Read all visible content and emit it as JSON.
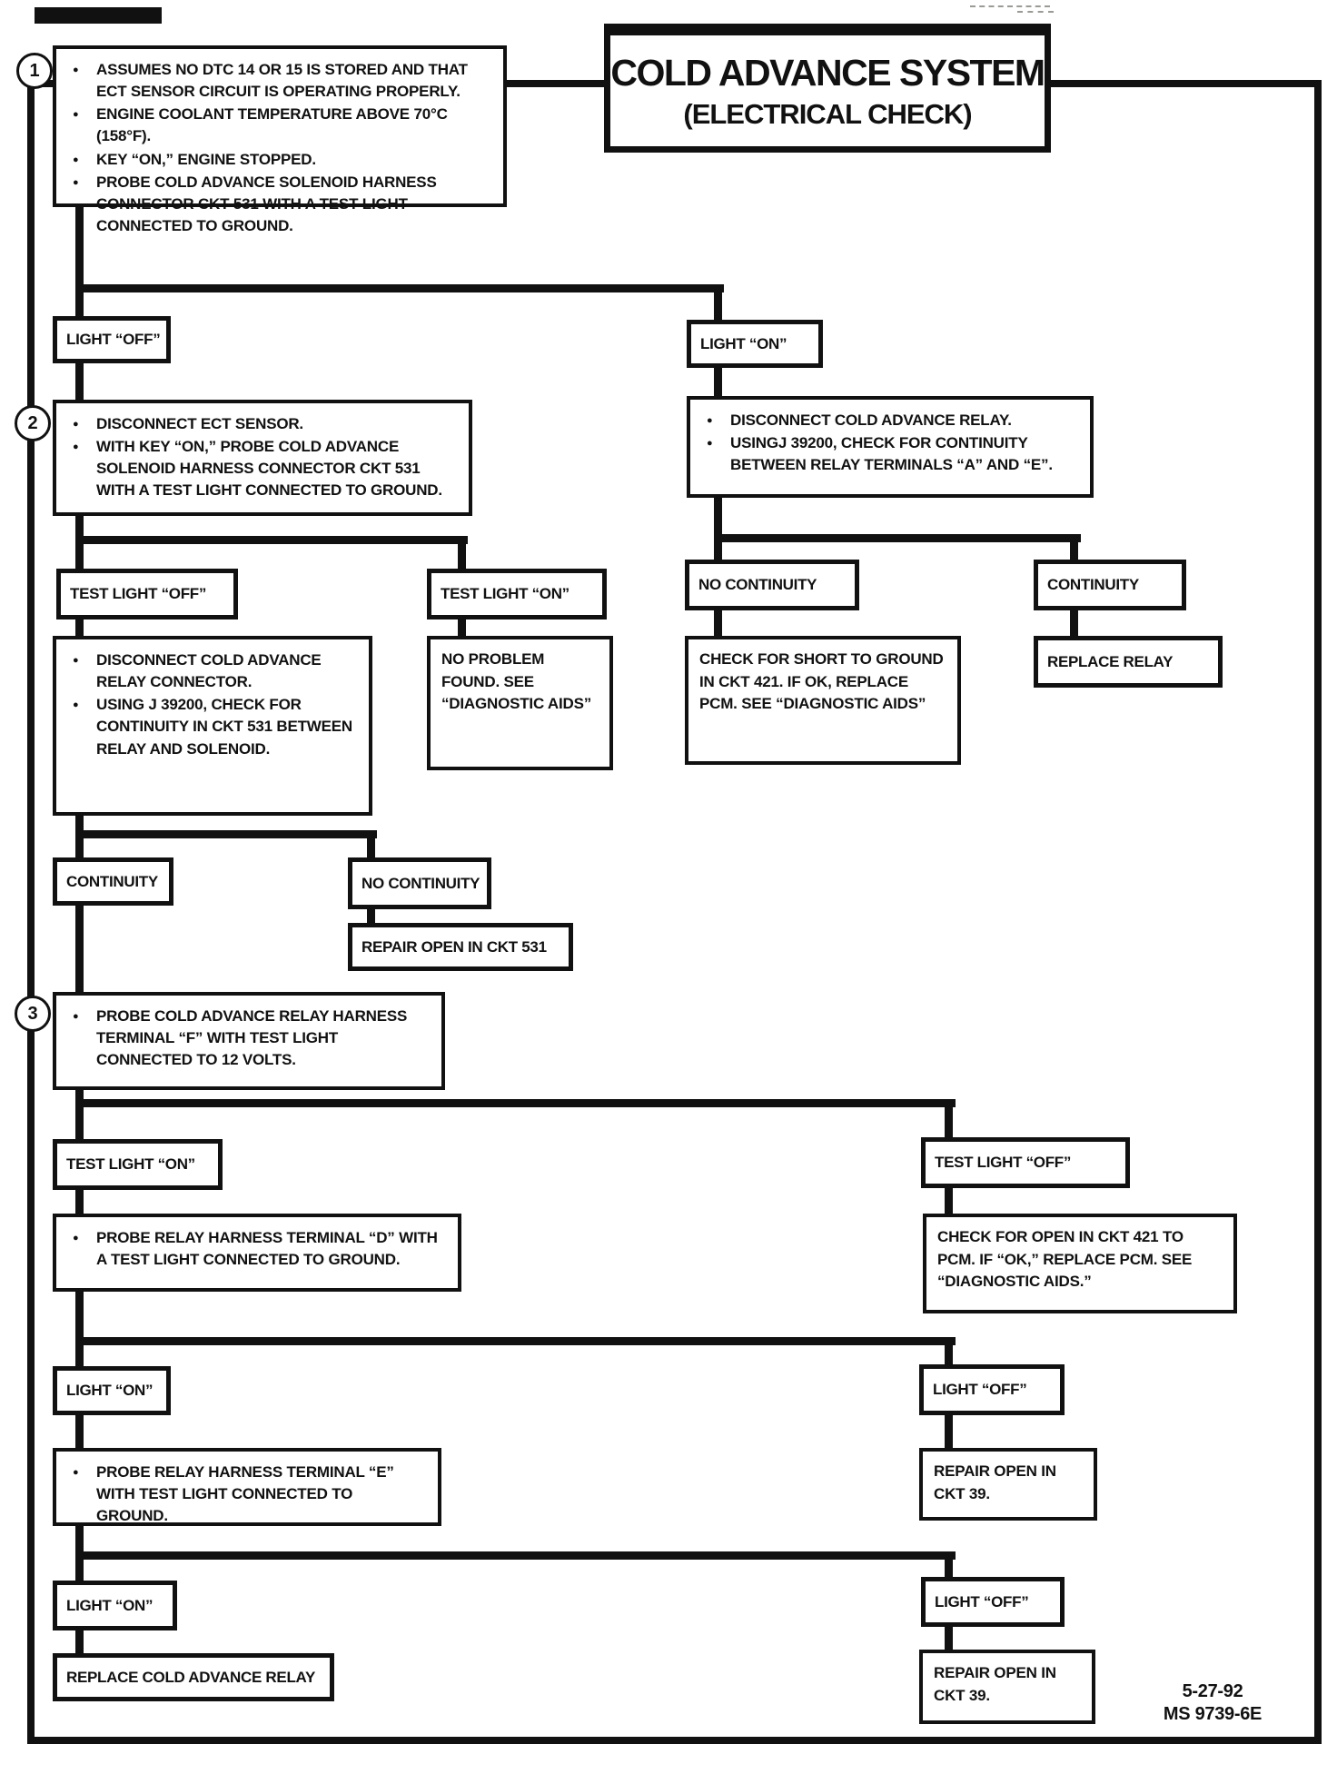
{
  "header": {
    "title_line1": "COLD ADVANCE SYSTEM",
    "title_line2": "(ELECTRICAL CHECK)"
  },
  "step_markers": {
    "one": "1",
    "two": "2",
    "three": "3"
  },
  "flow": {
    "box1_bullets": [
      "ASSUMES NO DTC 14 OR 15 IS STORED AND THAT ECT SENSOR CIRCUIT IS OPERATING PROPERLY.",
      "ENGINE COOLANT TEMPERATURE ABOVE 70°C (158°F).",
      "KEY “ON,” ENGINE STOPPED.",
      "PROBE COLD ADVANCE SOLENOID HARNESS CONNECTOR CKT 531 WITH A TEST LIGHT CONNECTED TO GROUND."
    ],
    "light_off_1": "LIGHT “OFF”",
    "light_on_1": "LIGHT “ON”",
    "box2_bullets": [
      "DISCONNECT ECT SENSOR.",
      "WITH KEY “ON,” PROBE COLD ADVANCE SOLENOID HARNESS CONNECTOR CKT 531 WITH A TEST LIGHT CONNECTED TO GROUND."
    ],
    "box2r_bullets": [
      "DISCONNECT COLD ADVANCE RELAY.",
      "USINGJ 39200, CHECK FOR CONTINUITY BETWEEN RELAY TERMINALS “A” AND “E”."
    ],
    "test_light_off_2": "TEST LIGHT “OFF”",
    "test_light_on_2": "TEST LIGHT “ON”",
    "disconnect_relay_bullets": [
      "DISCONNECT COLD ADVANCE RELAY CONNECTOR.",
      "USING J 39200, CHECK FOR CONTINUITY IN CKT 531 BETWEEN RELAY AND SOLENOID."
    ],
    "no_problem_found": "NO PROBLEM FOUND. SEE “DIAGNOSTIC AIDS”",
    "no_continuity_right": "NO CONTINUITY",
    "continuity_right": "CONTINUITY",
    "check_short_ground": "CHECK FOR SHORT TO GROUND IN CKT 421. IF OK, REPLACE PCM. SEE “DIAGNOSTIC AIDS”",
    "replace_relay": "REPLACE RELAY",
    "continuity_left": "CONTINUITY",
    "no_continuity_mid": "NO CONTINUITY",
    "repair_open_531": "REPAIR OPEN IN CKT 531",
    "box3_bullet": "PROBE COLD ADVANCE RELAY HARNESS TERMINAL “F” WITH TEST LIGHT CONNECTED TO 12 VOLTS.",
    "test_light_on_3": "TEST LIGHT “ON”",
    "test_light_off_3": "TEST LIGHT “OFF”",
    "probe_d_bullet": "PROBE RELAY HARNESS TERMINAL “D” WITH A TEST LIGHT CONNECTED TO GROUND.",
    "check_open_421": "CHECK FOR OPEN IN CKT 421 TO PCM. IF “OK,” REPLACE PCM. SEE “DIAGNOSTIC AIDS.”",
    "light_on_2": "LIGHT “ON”",
    "light_off_2": "LIGHT “OFF”",
    "probe_e_bullet": "PROBE RELAY HARNESS TERMINAL “E” WITH TEST LIGHT CONNECTED TO GROUND.",
    "repair_open_39_a": "REPAIR OPEN IN CKT 39.",
    "light_on_3": "LIGHT “ON”",
    "light_off_3": "LIGHT “OFF”",
    "replace_cold_advance_relay": "REPLACE COLD ADVANCE RELAY",
    "repair_open_39_b": "REPAIR OPEN IN CKT 39."
  },
  "footer": {
    "date": "5-27-92",
    "doc_code": "MS 9739-6E"
  },
  "colors": {
    "ink": "#111111",
    "paper": "#ffffff"
  }
}
